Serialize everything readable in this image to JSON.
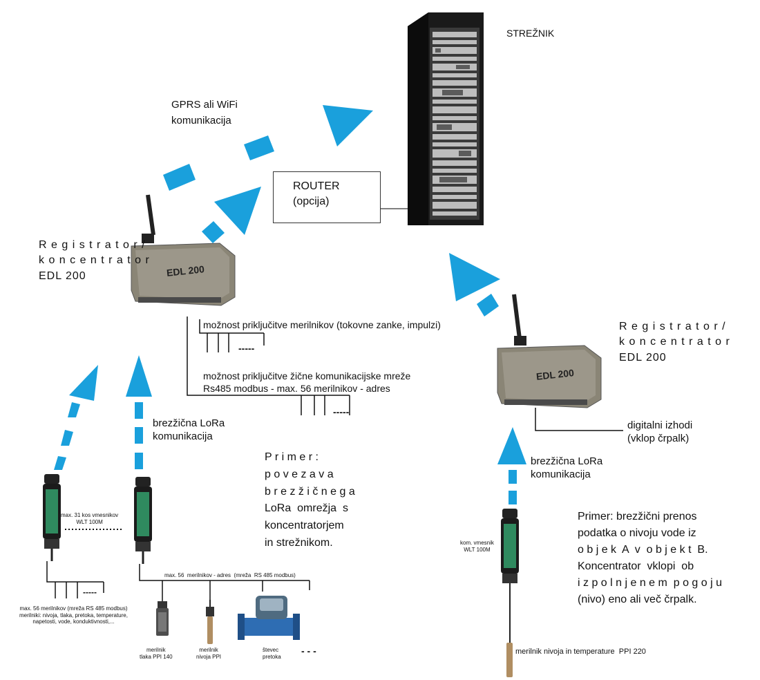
{
  "server": {
    "label": "STREŽNIK"
  },
  "router": {
    "title": "ROUTER",
    "subtitle": "(opcija)"
  },
  "comm_label": "GPRS ali WiFi\nkomunikacija",
  "concentrator_left": {
    "label": "R e g i s t r a t o r /\nk o n c e n t r a t o r\nEDL 200",
    "device_text": "EDL 200"
  },
  "concentrator_right": {
    "label": "R e g i s t r a t o r /\nk o n c e n t r a t o r\nEDL 200",
    "device_text": "EDL 200"
  },
  "left_wired": {
    "pulse_label": "možnost priključitve merilnikov (tokovne zanke, impulzi)",
    "rs485_label": "možnost priključitve žične komunikacijske mreže\nRs485 modbus - max. 56 merilnikov - adres",
    "dashes": "-----"
  },
  "lora_label_left": "brezžična LoRa\nkomunikacija",
  "lora_label_right": "brezžična LoRa\nkomunikacija",
  "digital_outputs": "digitalni izhodi\n(vklop črpalk)",
  "example_left": "P r i m e r :\np o v e z a v a\nb r e z ž i č n e g a\nLoRa  omrežja  s\nkoncentratorjem\nin strežnikom.",
  "example_right": "Primer: brezžični prenos\npodatka o nivoju vode iz\no b j e k  A  v  o b j e k t  B.\nKoncentrator  vklopi  ob\ni z p o l n j e n e m  p o g o j u\n(nivo) eno ali več črpalk.",
  "repeaters_note": "max. 31 kos vmesnikov\nWLT 100M",
  "left_bus_note": "max. 56 merilnikov (mreža RS 485 modbus)\nmerilniki: nivoja, tlaka, pretoka, temperature,\nnapetosti, vode, konduktivnosti,...",
  "right_bus_note": "max. 56  merilnikov - adres  (mreža  RS 485 modbus)",
  "sensors": [
    {
      "label": "merilnik\ntlaka PPI 140"
    },
    {
      "label": "merilnik\nnivoja PPI"
    },
    {
      "label": "števec\npretoka"
    }
  ],
  "ellipsis": "- - -",
  "right_repeater_label": "kom. vmesnik\nWLT 100M",
  "right_sensor_label": "merilnik nivoja in temperature  PPI 220",
  "colors": {
    "arrow": "#1aa0dc",
    "device_body": "#8a8576",
    "device_dark": "#222222"
  }
}
